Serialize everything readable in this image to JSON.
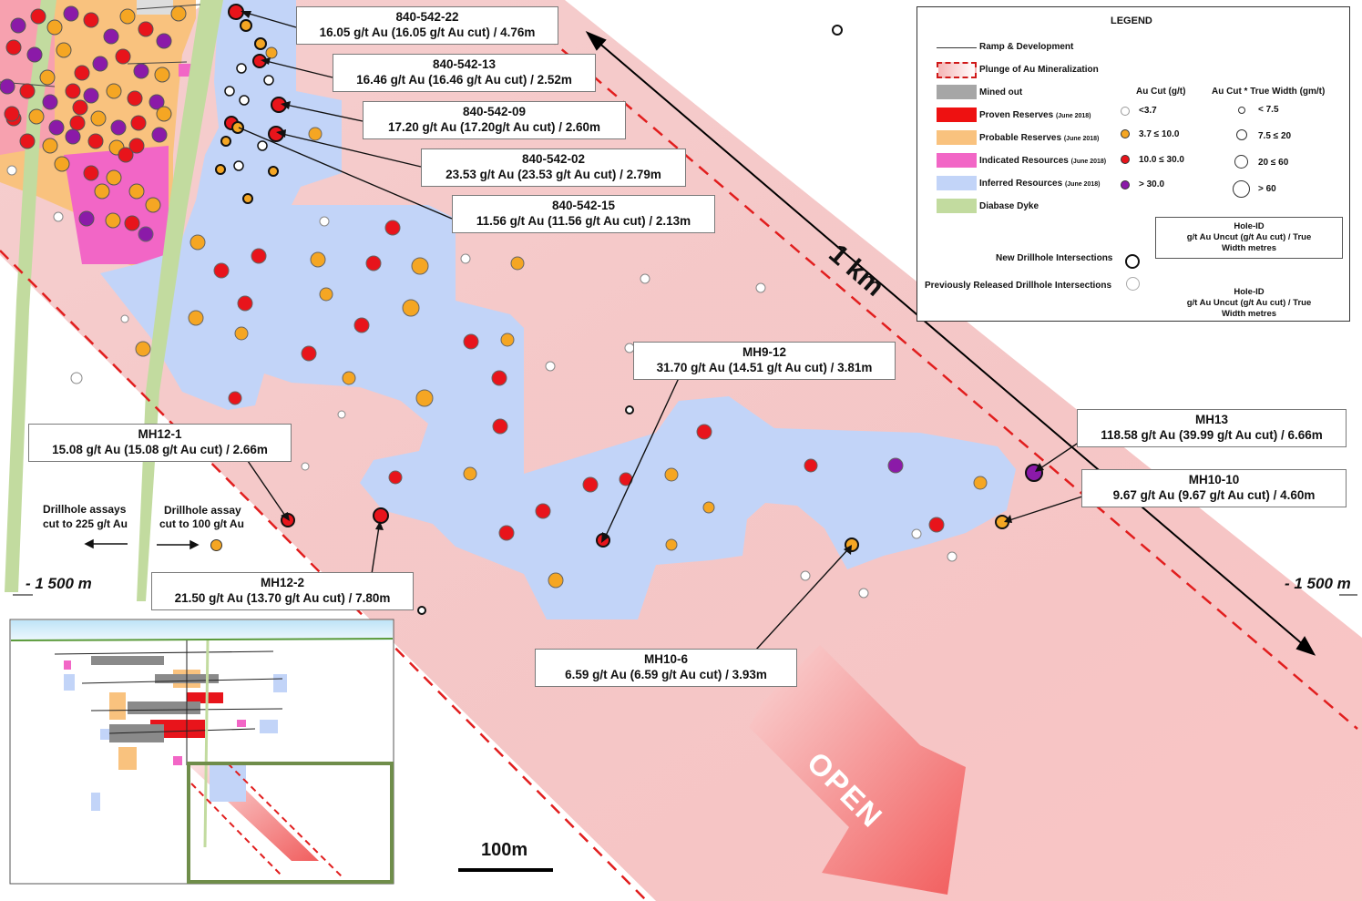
{
  "labels": {
    "h22": {
      "id": "840-542-22",
      "value": "16.05 g/t Au (16.05 g/t Au cut) / 4.76m"
    },
    "h13": {
      "id": "840-542-13",
      "value": "16.46 g/t Au (16.46 g/t Au cut) / 2.52m"
    },
    "h09": {
      "id": "840-542-09",
      "value": "17.20 g/t Au (17.20g/t Au cut) / 2.60m"
    },
    "h02": {
      "id": "840-542-02",
      "value": "23.53 g/t Au (23.53 g/t Au cut) / 2.79m"
    },
    "h15": {
      "id": "840-542-15",
      "value": "11.56 g/t Au (11.56 g/t Au cut) / 2.13m"
    },
    "mh912": {
      "id": "MH9-12",
      "value": "31.70 g/t Au (14.51 g/t Au cut) / 3.81m"
    },
    "mh121": {
      "id": "MH12-1",
      "value": "15.08 g/t Au (15.08 g/t Au cut) / 2.66m"
    },
    "mh122": {
      "id": "MH12-2",
      "value": "21.50 g/t Au (13.70 g/t Au cut) / 7.80m"
    },
    "mh106": {
      "id": "MH10-6",
      "value": "6.59 g/t Au (6.59 g/t Au cut) / 3.93m"
    },
    "mh13": {
      "id": "MH13",
      "value": "118.58 g/t Au (39.99 g/t Au cut) / 6.66m"
    },
    "mh1010": {
      "id": "MH10-10",
      "value": "9.67 g/t Au (9.67 g/t Au cut) / 4.60m"
    }
  },
  "map_text": {
    "scale_1km": "1 km",
    "depth_left": "- 1 500 m",
    "depth_right": "- 1 500 m",
    "scale_bar": "100m",
    "open": "OPEN",
    "assay_left_1": "Drillhole assays",
    "assay_left_2": "cut to 225 g/t Au",
    "assay_right_1": "Drillhole assay",
    "assay_right_2": "cut to 100 g/t Au"
  },
  "legend": {
    "title": "LEGEND",
    "ramp": "Ramp & Development",
    "plunge": "Plunge of Au Mineralization",
    "mined": "Mined out",
    "proven": "Proven Reserves",
    "probable": "Probable Reserves",
    "indicated": "Indicated Resources",
    "inferred": "Inferred Resources",
    "dyke": "Diabase Dyke",
    "date": "(June 2018)",
    "aucut_header": "Au Cut (g/t)",
    "tw_header": "Au Cut * True Width  (gm/t)",
    "cut1": "<3.7",
    "cut2": "3.7 ≤ 10.0",
    "cut3": "10.0 ≤ 30.0",
    "cut4": "> 30.0",
    "tw1": "< 7.5",
    "tw2": "7.5 ≤ 20",
    "tw3": "20 ≤ 60",
    "tw4": "> 60",
    "holeid_1": "Hole-ID",
    "holeid_2": "g/t Au Uncut (g/t Au cut) / True",
    "holeid_3": "Width metres",
    "new": "New Drillhole Intersections",
    "prev": "Previously Released Drillhole Intersections",
    "holeidb_1": "Hole-ID",
    "holeidb_2": "g/t Au Uncut (g/t Au cut) / True",
    "holeidb_3": "Width metres"
  },
  "colors": {
    "proven": "#ee1111",
    "probable": "#f9c27e",
    "indicated": "#f266c6",
    "inferred": "#c2d4f8",
    "dyke": "#c2db9f",
    "mined": "#a6a6a6",
    "orange_dot": "#f5a623",
    "red_dot": "#e8141b",
    "purple_dot": "#8b1aa8"
  }
}
